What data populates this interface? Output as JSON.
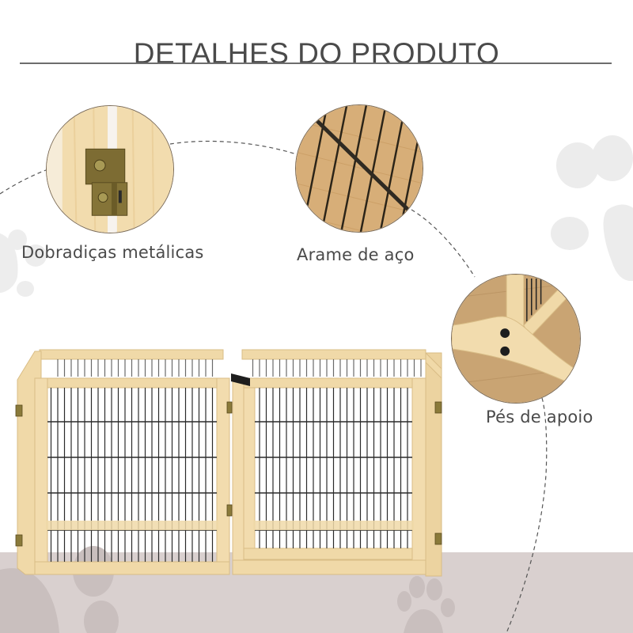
{
  "header": {
    "title": "DETALHES DO PRODUTO"
  },
  "features": [
    {
      "label": "Dobradiças metálicas",
      "icon": "hinge-detail-photo"
    },
    {
      "label": "Arame de aço",
      "icon": "steel-wire-detail-photo"
    },
    {
      "label": "Pés de apoio",
      "icon": "support-feet-detail-photo"
    }
  ],
  "product": {
    "image": "wooden-pet-playpen-photo"
  },
  "colors": {
    "title_text": "#4a4a4a",
    "rule": "#6d6d6d",
    "floor": "#d9d0cf",
    "paw_light": "#ececec",
    "paw_floor": "#c9bfbe",
    "wood": "#f0d9a8",
    "wire": "#2c2c2c",
    "hinge": "#8a7a3a"
  }
}
